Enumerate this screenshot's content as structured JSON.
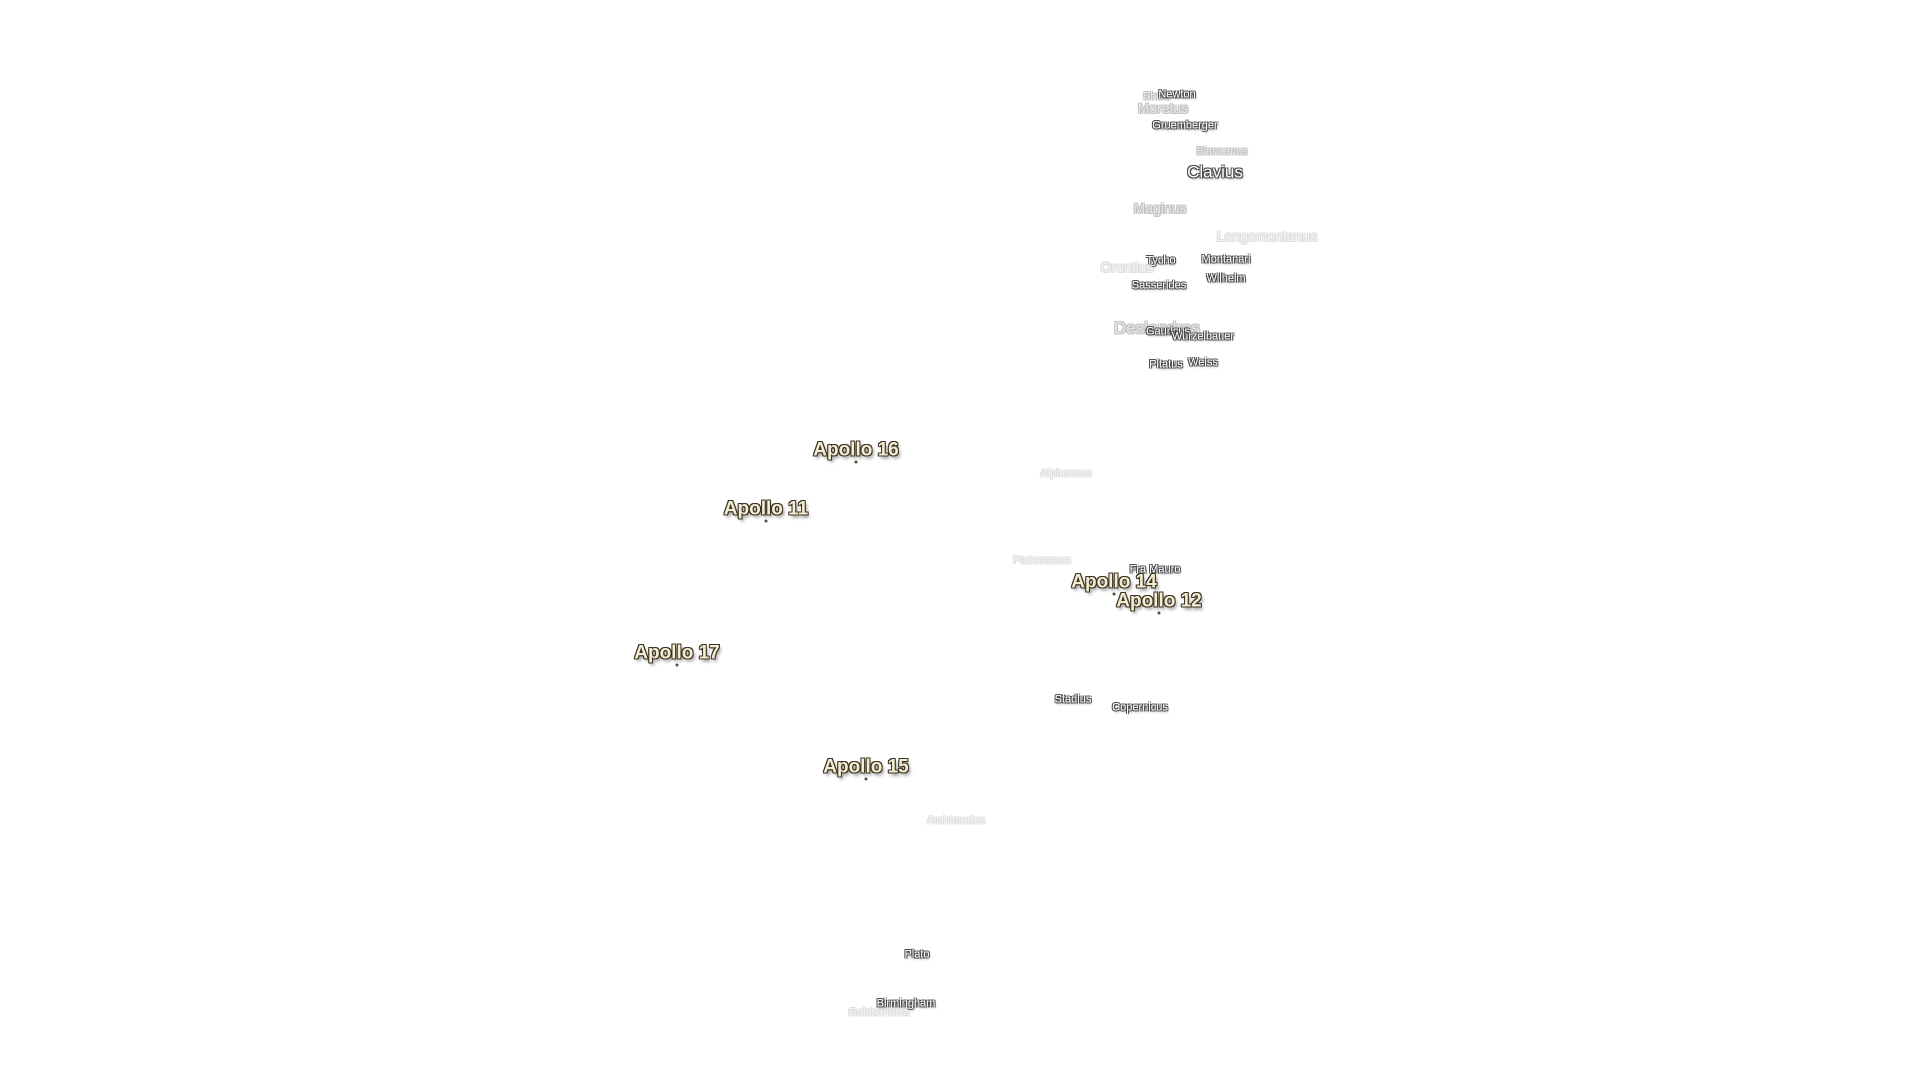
{
  "apollo_sites": [
    {
      "id": "apollo-16",
      "label": "Apollo 16"
    },
    {
      "id": "apollo-11",
      "label": "Apollo 11"
    },
    {
      "id": "apollo-14",
      "label": "Apollo 14"
    },
    {
      "id": "apollo-12",
      "label": "Apollo 12"
    },
    {
      "id": "apollo-17",
      "label": "Apollo 17"
    },
    {
      "id": "apollo-15",
      "label": "Apollo 15"
    }
  ],
  "craters": [
    {
      "id": "newton",
      "label": "Newton"
    },
    {
      "id": "short",
      "label": "Short"
    },
    {
      "id": "moretus",
      "label": "Moretus"
    },
    {
      "id": "gruemberger",
      "label": "Gruemberger"
    },
    {
      "id": "blancanus",
      "label": "Blancanus"
    },
    {
      "id": "clavius",
      "label": "Clavius"
    },
    {
      "id": "maginus",
      "label": "Maginus"
    },
    {
      "id": "longomontanus",
      "label": "Longomontanus"
    },
    {
      "id": "orontius",
      "label": "Orontius"
    },
    {
      "id": "tycho",
      "label": "Tycho"
    },
    {
      "id": "montanari",
      "label": "Montanari"
    },
    {
      "id": "wilhelm",
      "label": "Wilhelm"
    },
    {
      "id": "sasserides",
      "label": "Sasserides"
    },
    {
      "id": "deslandres",
      "label": "Deslandres"
    },
    {
      "id": "gauricus",
      "label": "Gauricus"
    },
    {
      "id": "wurzelbauer",
      "label": "Wurzelbauer"
    },
    {
      "id": "pitatus",
      "label": "Pitatus"
    },
    {
      "id": "weiss",
      "label": "Weiss"
    },
    {
      "id": "alphonsus",
      "label": "Alphonsus"
    },
    {
      "id": "ptolemaeus",
      "label": "Ptolemaeus"
    },
    {
      "id": "fra-mauro",
      "label": "Fra Mauro"
    },
    {
      "id": "stadius",
      "label": "Stadius"
    },
    {
      "id": "copernicus",
      "label": "Copernicus"
    },
    {
      "id": "archimedes",
      "label": "Archimedes"
    },
    {
      "id": "plato",
      "label": "Plato"
    },
    {
      "id": "birmingham",
      "label": "Birmingham"
    },
    {
      "id": "goldschmidt",
      "label": "Goldschmidt"
    }
  ]
}
